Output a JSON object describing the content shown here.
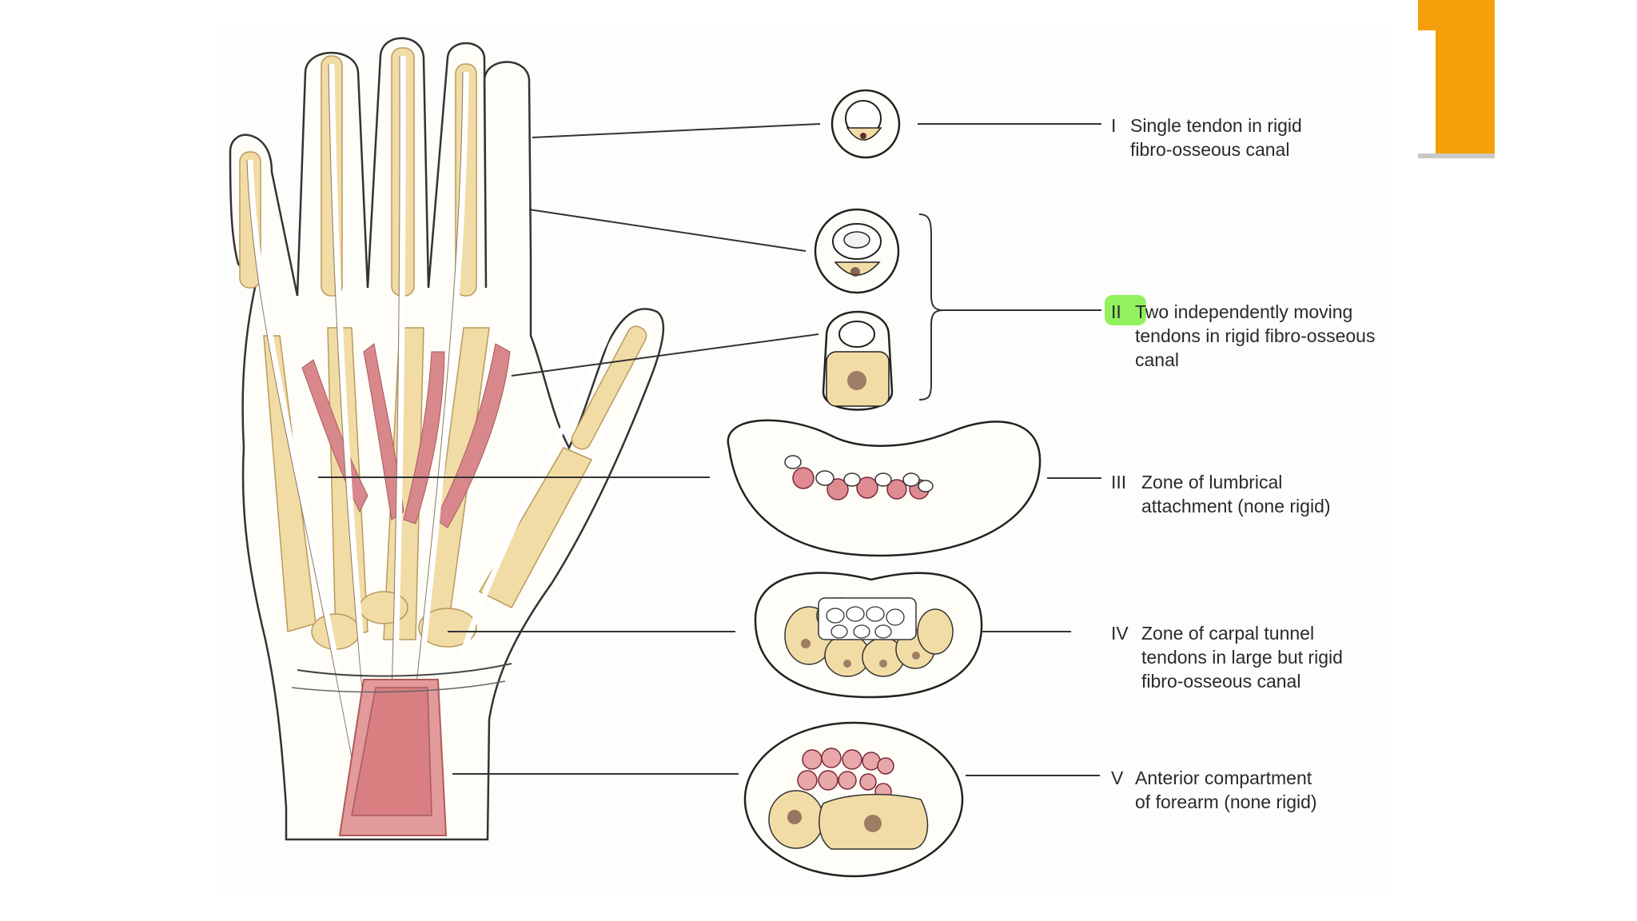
{
  "colors": {
    "accent": "#f4a00a",
    "bone": "#f2dca6",
    "muscle": "#d8878b",
    "muscle_light": "#e8a7a9",
    "tendon": "#ffffff",
    "outline": "#222222",
    "marrow": "#5a3030",
    "highlight": "#7fee42"
  },
  "zones": [
    {
      "numeral": "I",
      "text": "Single tendon in rigid\nfibro-osseous canal"
    },
    {
      "numeral": "II",
      "text": "Two independently moving\ntendons in rigid fibro-osseous\ncanal",
      "highlighted": true
    },
    {
      "numeral": "III",
      "text": "Zone of lumbrical\nattachment (none rigid)"
    },
    {
      "numeral": "IV",
      "text": "Zone of carpal tunnel\ntendons in large but rigid\nfibro-osseous canal"
    },
    {
      "numeral": "V",
      "text": "Anterior compartment\nof forearm (none rigid)"
    }
  ]
}
